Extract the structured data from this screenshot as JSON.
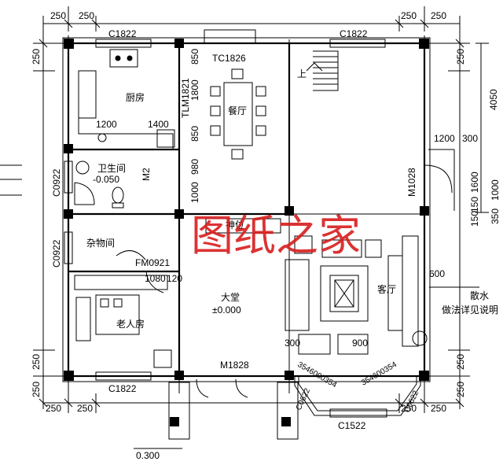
{
  "top_dims": [
    "250",
    "250",
    "250",
    "250"
  ],
  "bottom_dims": [
    "250",
    "250",
    "250",
    "250"
  ],
  "left_dims": [
    "250",
    "250",
    "250"
  ],
  "right_dims": [
    "250",
    "4050",
    "250",
    "250"
  ],
  "windows": {
    "top_left": "C1822",
    "top_right": "C1822",
    "dining": "TC1826",
    "bottom_left": "C1822",
    "bay": "C1522",
    "left_1": "C0922",
    "left_2": "C0922",
    "bay_left": "C0622",
    "bay_right": "C0622",
    "bay_diag_left": "3546000354",
    "bay_diag_right": "354600354"
  },
  "doors": {
    "kitchen": "TLM1821",
    "bath": "M2",
    "storage": "FM0921",
    "entry": "M1828",
    "side": "M1028"
  },
  "rooms": {
    "kitchen": "厨房",
    "dining": "餐厅",
    "bathroom": "卫生间",
    "bath_level": "-0.050",
    "storage": "杂物间",
    "elder": "老人房",
    "hall": "大堂",
    "hall_level": "±0.000",
    "living": "客厅",
    "shrine": "神位",
    "up": "上"
  },
  "dims_inner": {
    "k1": "1200",
    "k2": "1400",
    "d1": "850",
    "d2": "1800",
    "d3": "850",
    "d4": "980",
    "d5": "1000",
    "s1": "1200",
    "s2": "300",
    "s3": "1600",
    "s4": "1000",
    "s5": "150",
    "s6": "150",
    "s7": "350",
    "e1": "1080",
    "e2": "120",
    "l1": "300",
    "l2": "900",
    "l3": "600"
  },
  "notes": {
    "drain": "散水",
    "drain_detail": "做法详见说明",
    "step": "0.300"
  },
  "watermark": "图纸之家"
}
